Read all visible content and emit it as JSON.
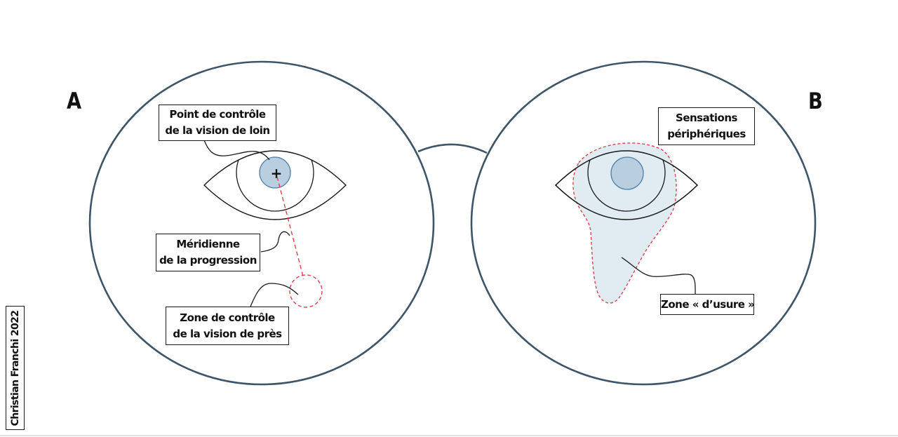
{
  "panels": {
    "a": {
      "letter": "A"
    },
    "b": {
      "letter": "B"
    }
  },
  "labels": {
    "distance_control_point": {
      "line1": "Point de contrôle",
      "line2": "de la vision de loin"
    },
    "progression_meridian": {
      "line1": "Méridienne",
      "line2": "de la progression"
    },
    "near_control_zone": {
      "line1": "Zone de contrôle",
      "line2": "de la vision de près"
    },
    "peripheral_sensations": {
      "line1": "Sensations",
      "line2": "périphériques"
    },
    "wear_zone": {
      "line1": "Zone « d’usure »"
    }
  },
  "marks": {
    "cross": "+"
  },
  "credit": "Christian Franchi 2022",
  "colors": {
    "frame": "#3d5566",
    "pupil_fill": "#b9cfe0",
    "pupil_stroke": "#4d7fa8",
    "zone_fill": "#dbe7f0",
    "dashed_red": "#d9434f",
    "ink": "#111111"
  }
}
